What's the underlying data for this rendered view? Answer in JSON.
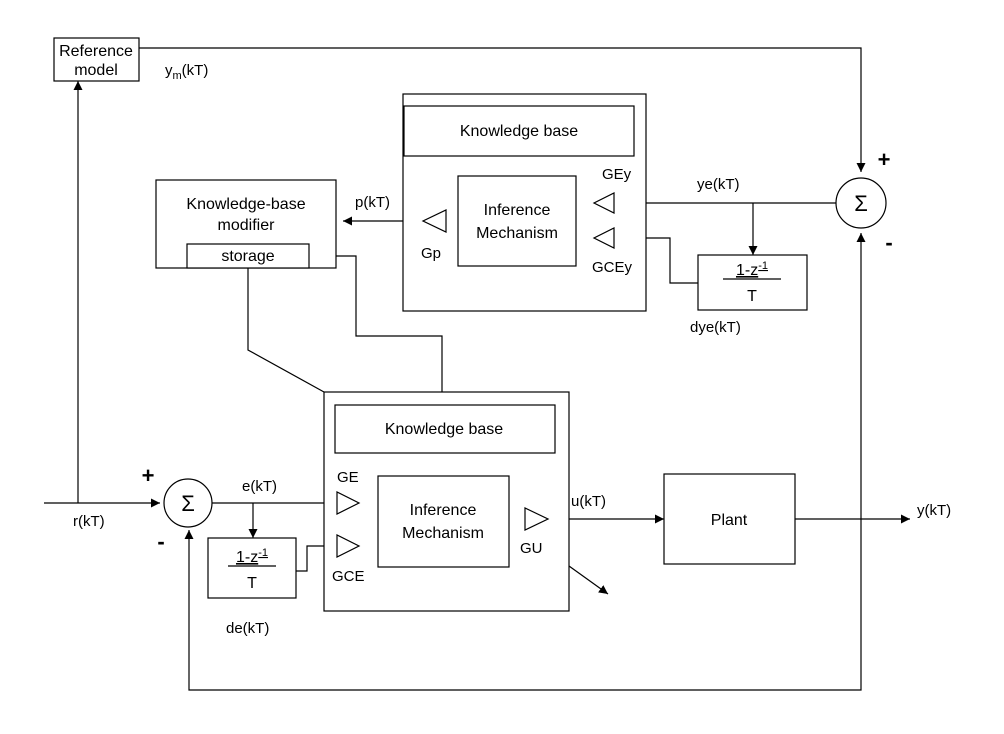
{
  "blocks": {
    "reference_model": [
      "Reference",
      "model"
    ],
    "kb_modifier": [
      "Knowledge-base",
      "modifier"
    ],
    "storage": "storage",
    "kb_upper": "Knowledge base",
    "inference_upper": [
      "Inference",
      "Mechanism"
    ],
    "kb_lower": "Knowledge base",
    "inference_lower": [
      "Inference",
      "Mechanism"
    ],
    "plant": "Plant"
  },
  "derivative": {
    "numerator": "1-z",
    "exponent": "-1",
    "denominator": "T"
  },
  "sum_symbol": "Σ",
  "gains": {
    "gey": "GEy",
    "gcey": "GCEy",
    "gp": "Gp",
    "ge": "GE",
    "gce": "GCE",
    "gu": "GU"
  },
  "signals": {
    "ym": {
      "base": "y",
      "sub": "m",
      "rest": "(kT)"
    },
    "p": "p(kT)",
    "ye": "ye(kT)",
    "dye": "dye(kT)",
    "r": "r(kT)",
    "e": "e(kT)",
    "de": "de(kT)",
    "u": "u(kT)",
    "y": "y(kT)"
  },
  "signs": {
    "upper_plus": "+",
    "upper_minus": "-",
    "lower_plus": "+",
    "lower_minus": "-"
  }
}
